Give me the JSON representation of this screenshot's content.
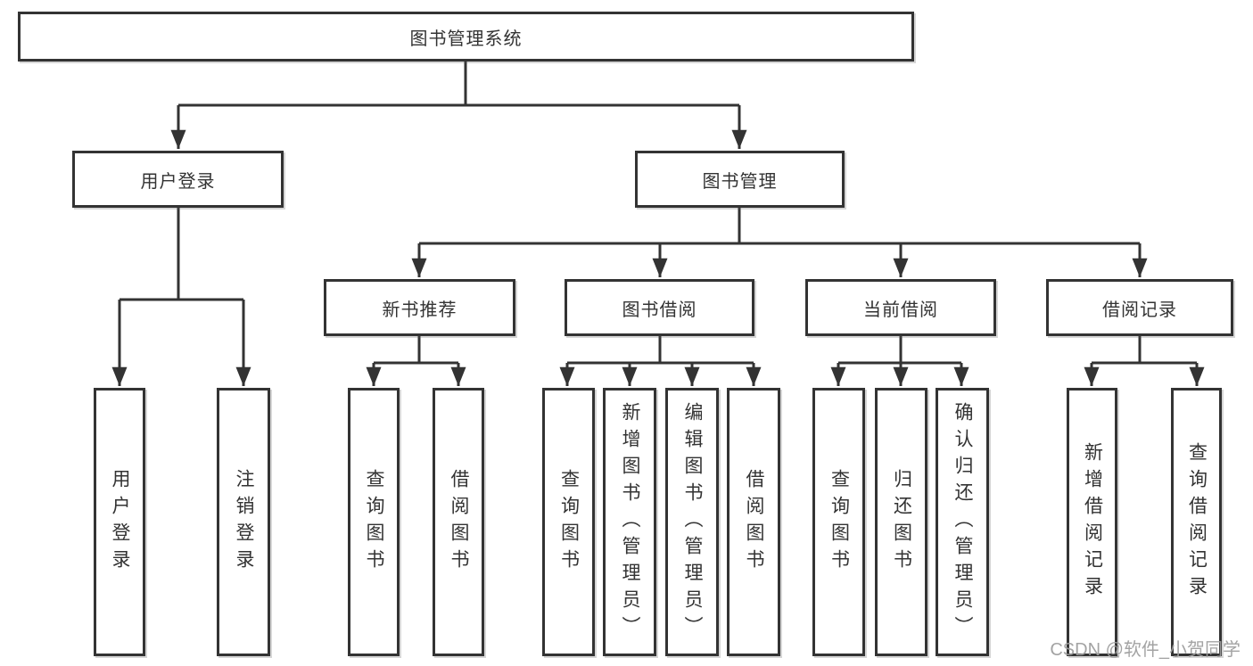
{
  "tree": {
    "label": "图书管理系统",
    "children": [
      {
        "label": "用户登录",
        "children": [
          {
            "label": "用户登录"
          },
          {
            "label": "注销登录"
          }
        ]
      },
      {
        "label": "图书管理",
        "children": [
          {
            "label": "新书推荐",
            "children": [
              {
                "label": "查询图书"
              },
              {
                "label": "借阅图书"
              }
            ]
          },
          {
            "label": "图书借阅",
            "children": [
              {
                "label": "查询图书"
              },
              {
                "label": "新增图书（管理员）"
              },
              {
                "label": "编辑图书（管理员）"
              },
              {
                "label": "借阅图书"
              }
            ]
          },
          {
            "label": "当前借阅",
            "children": [
              {
                "label": "查询图书"
              },
              {
                "label": "归还图书"
              },
              {
                "label": "确认归还（管理员）"
              }
            ]
          },
          {
            "label": "借阅记录",
            "children": [
              {
                "label": "新增借阅记录"
              },
              {
                "label": "查询借阅记录"
              }
            ]
          }
        ]
      }
    ]
  },
  "watermark": {
    "text": "CSDN @软件_小贺同学"
  },
  "colors": {
    "line": "#333333",
    "box_border": "#333333",
    "box_background": "#ffffff",
    "text": "#333333",
    "watermark": "#9e9e9e"
  }
}
